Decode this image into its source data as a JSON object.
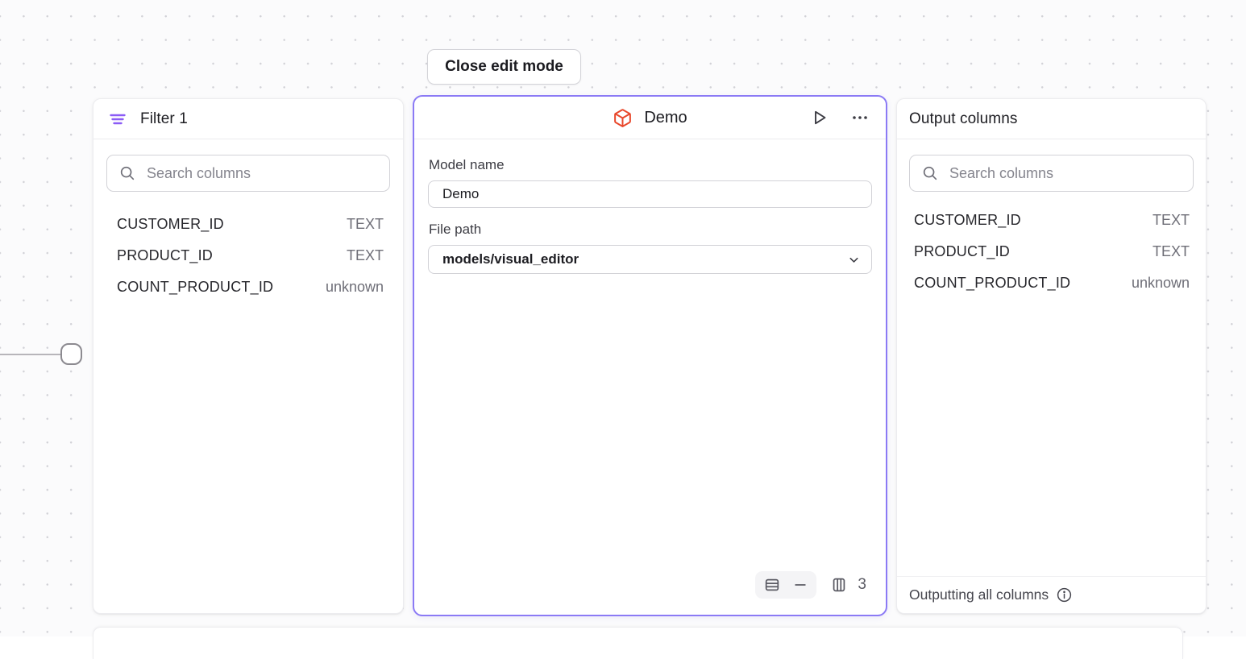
{
  "canvas": {
    "close_button_label": "Close edit mode"
  },
  "filter_node": {
    "title": "Filter 1",
    "icon": "filter-lines-icon",
    "search_placeholder": "Search columns",
    "columns": [
      {
        "name": "CUSTOMER_ID",
        "type": "TEXT"
      },
      {
        "name": "PRODUCT_ID",
        "type": "TEXT"
      },
      {
        "name": "COUNT_PRODUCT_ID",
        "type": "unknown"
      }
    ]
  },
  "model_node": {
    "title": "Demo",
    "icon": "cube-icon",
    "fields": {
      "model_name_label": "Model name",
      "model_name_value": "Demo",
      "file_path_label": "File path",
      "file_path_value": "models/visual_editor"
    },
    "footer": {
      "columns_count": "3"
    }
  },
  "output_node": {
    "title": "Output columns",
    "search_placeholder": "Search columns",
    "columns": [
      {
        "name": "CUSTOMER_ID",
        "type": "TEXT"
      },
      {
        "name": "PRODUCT_ID",
        "type": "TEXT"
      },
      {
        "name": "COUNT_PRODUCT_ID",
        "type": "unknown"
      }
    ],
    "footer_text": "Outputting all columns"
  },
  "colors": {
    "accent_purple": "#8b7af5",
    "cube_red": "#e8472b",
    "canvas_bg": "#fbfbfc",
    "muted_text": "#6e6e77"
  }
}
